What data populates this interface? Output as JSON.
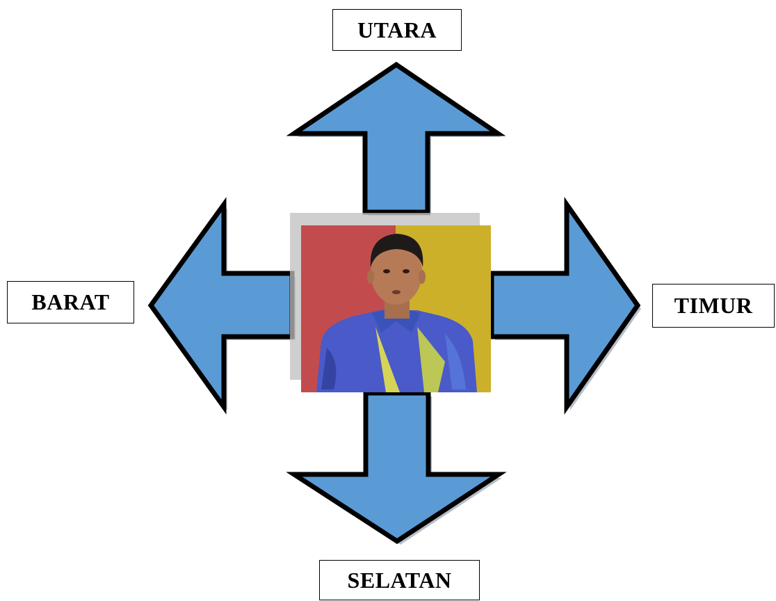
{
  "labels": {
    "north": "UTARA",
    "west": "BARAT",
    "east": "TIMUR",
    "south": "SELATAN"
  },
  "colors": {
    "arrow_fill": "#5b9bd5",
    "arrow_stroke": "#000000",
    "shadow": "#9aa4b0",
    "photo_backdrop": "#bfbfbf",
    "wall_left": "#c24c4d",
    "wall_right": "#cdb02a",
    "shirt": "#4a5ac8"
  },
  "icons": {
    "center": "person-photo"
  }
}
